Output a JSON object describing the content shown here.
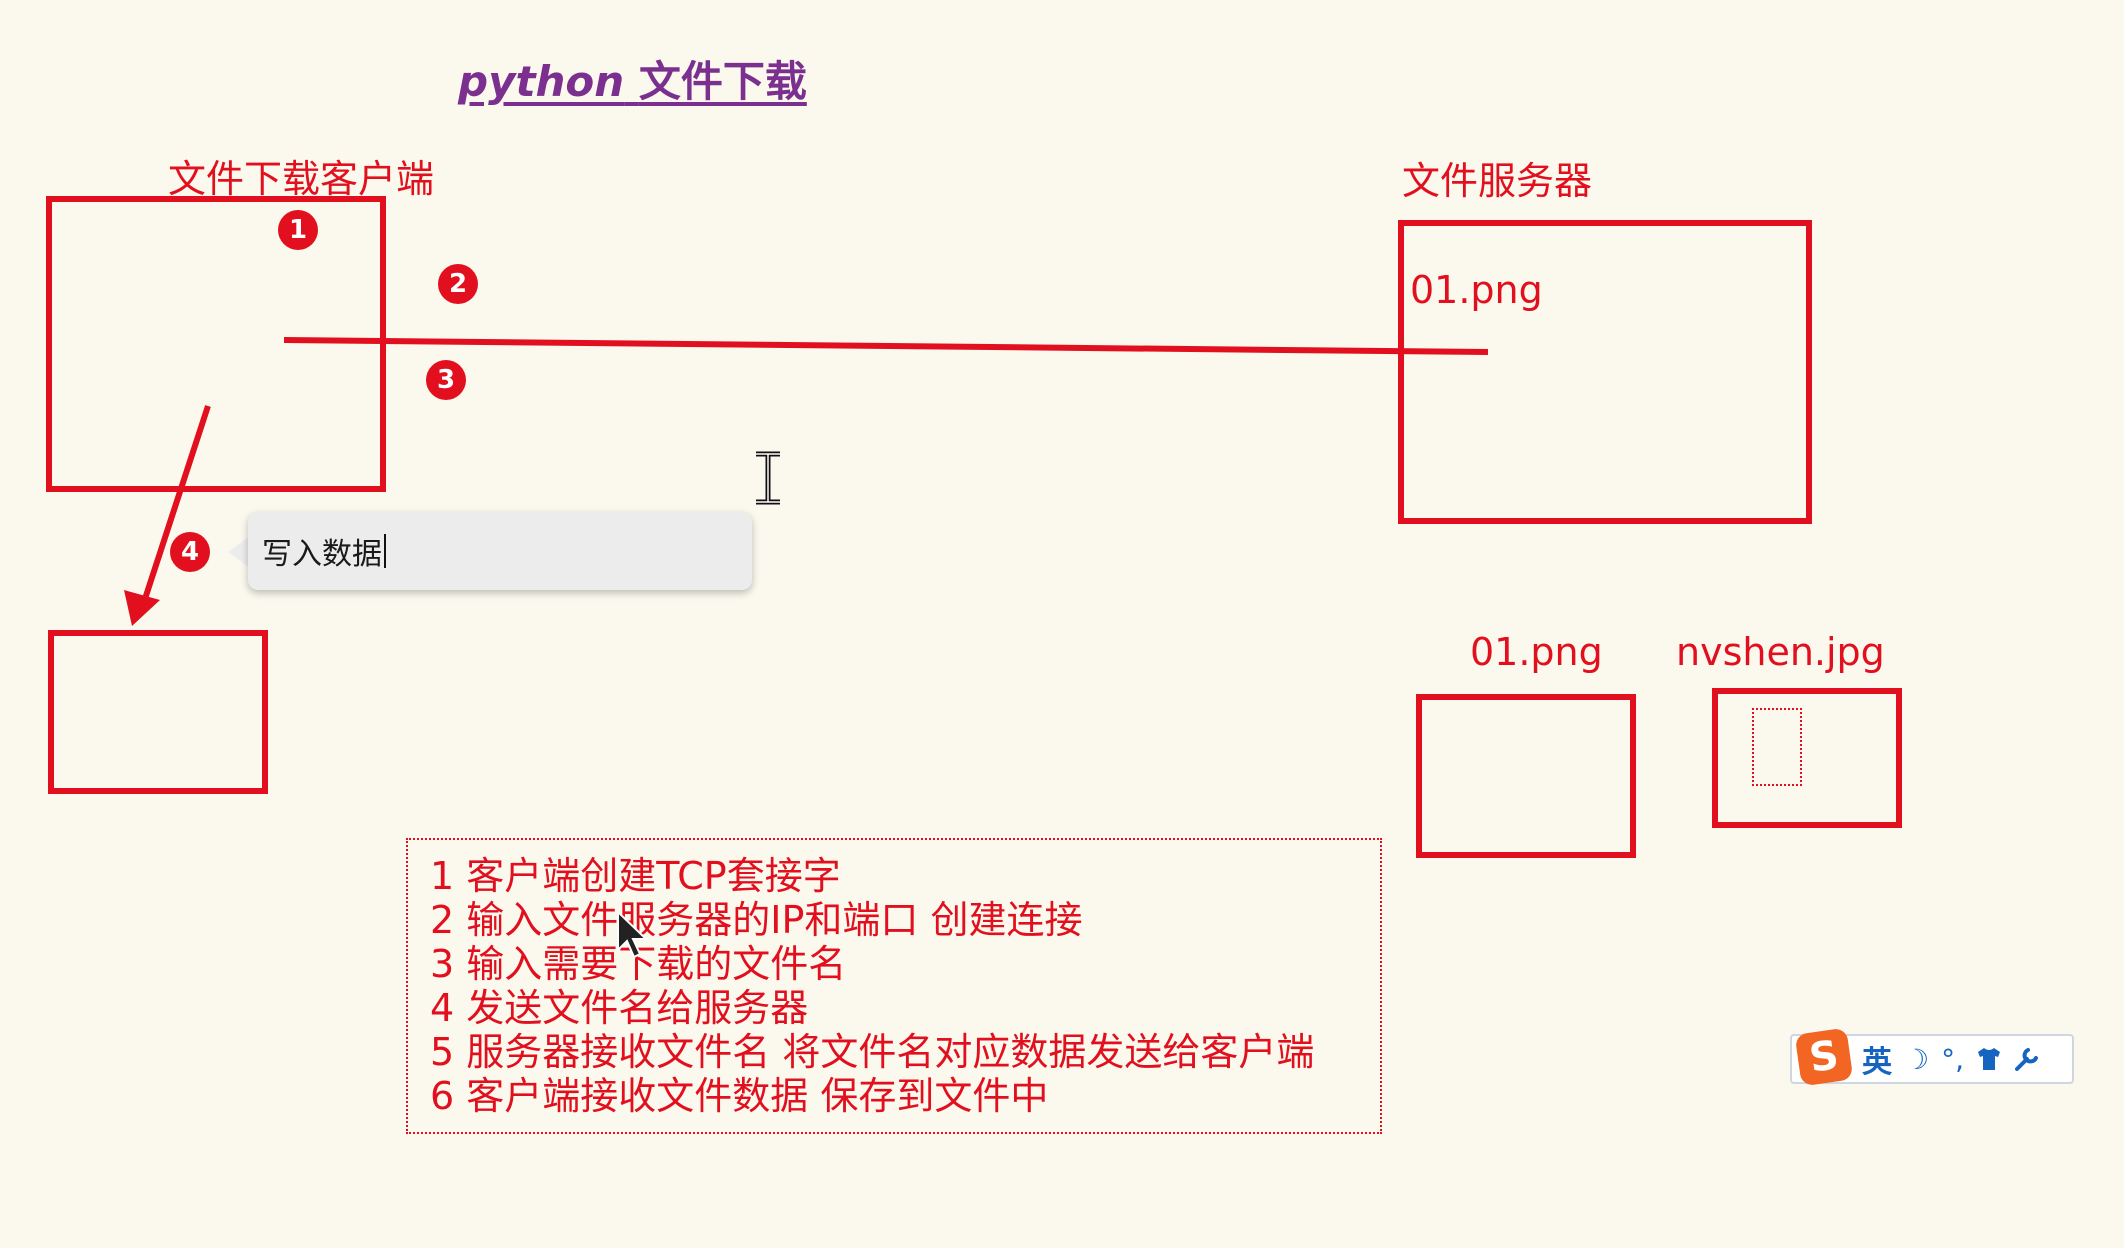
{
  "title": {
    "code": "python",
    "text": "文件下载"
  },
  "client": {
    "label": "文件下载客户端"
  },
  "server": {
    "label": "文件服务器",
    "file": "01.png"
  },
  "badges": [
    "1",
    "2",
    "3",
    "4"
  ],
  "callout": {
    "text": "写入数据"
  },
  "files": [
    {
      "name": "01.png"
    },
    {
      "name": "nvshen.jpg"
    }
  ],
  "steps": [
    "1 客户端创建TCP套接字",
    "2 输入文件服务器的IP和端口  创建连接",
    "3 输入需要下载的文件名",
    "4 发送文件名给服务器",
    "5 服务器接收文件名 将文件名对应数据发送给客户端",
    "6 客户端接收文件数据 保存到文件中"
  ],
  "ime": {
    "logo": "S",
    "mode": "英"
  },
  "colors": {
    "accent": "#e2101e",
    "title": "#7b2f8e",
    "background": "#fbf9ee"
  },
  "icons": [
    "text-cursor-icon",
    "mouse-pointer-icon",
    "moon-icon",
    "punctuation-icon",
    "skin-shirt-icon",
    "wrench-icon"
  ]
}
